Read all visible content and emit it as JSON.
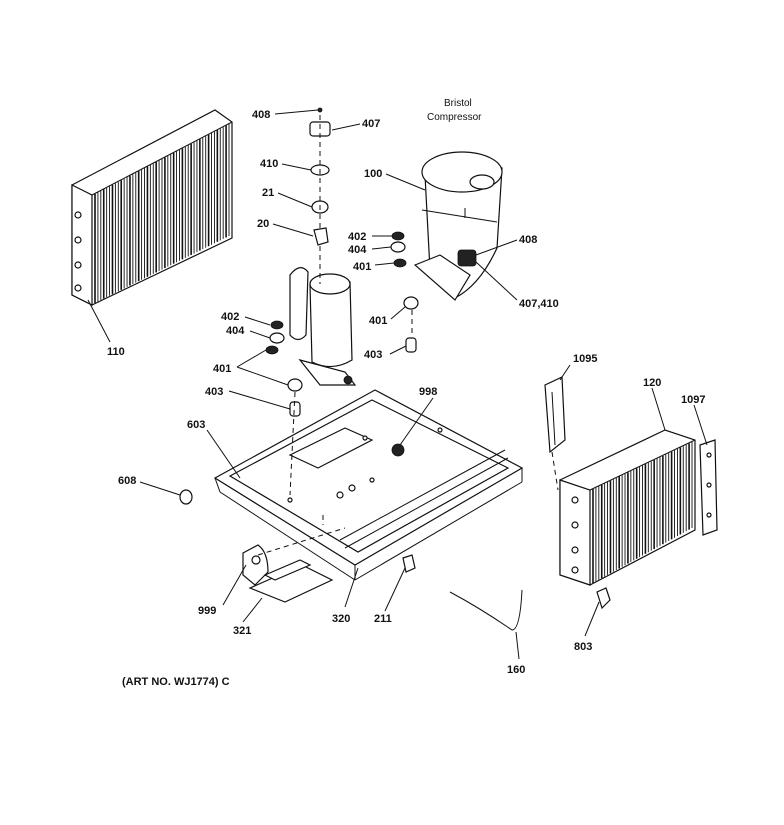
{
  "caption_bristol": "Bristol",
  "caption_compressor": "Compressor",
  "art_no": "(ART NO. WJ1774) C",
  "labels": {
    "p408a": "408",
    "p407": "407",
    "p410": "410",
    "p21": "21",
    "p20": "20",
    "p100": "100",
    "p402a": "402",
    "p404a": "404",
    "p401a": "401",
    "p408b": "408",
    "p407_410": "407,410",
    "p401b": "401",
    "p403a": "403",
    "p402b": "402",
    "p404b": "404",
    "p401c": "401",
    "p403b": "403",
    "p110": "110",
    "p998": "998",
    "p603": "603",
    "p608": "608",
    "p1095": "1095",
    "p120": "120",
    "p1097": "1097",
    "p999": "999",
    "p321": "321",
    "p320": "320",
    "p211": "211",
    "p160": "160",
    "p803": "803"
  }
}
